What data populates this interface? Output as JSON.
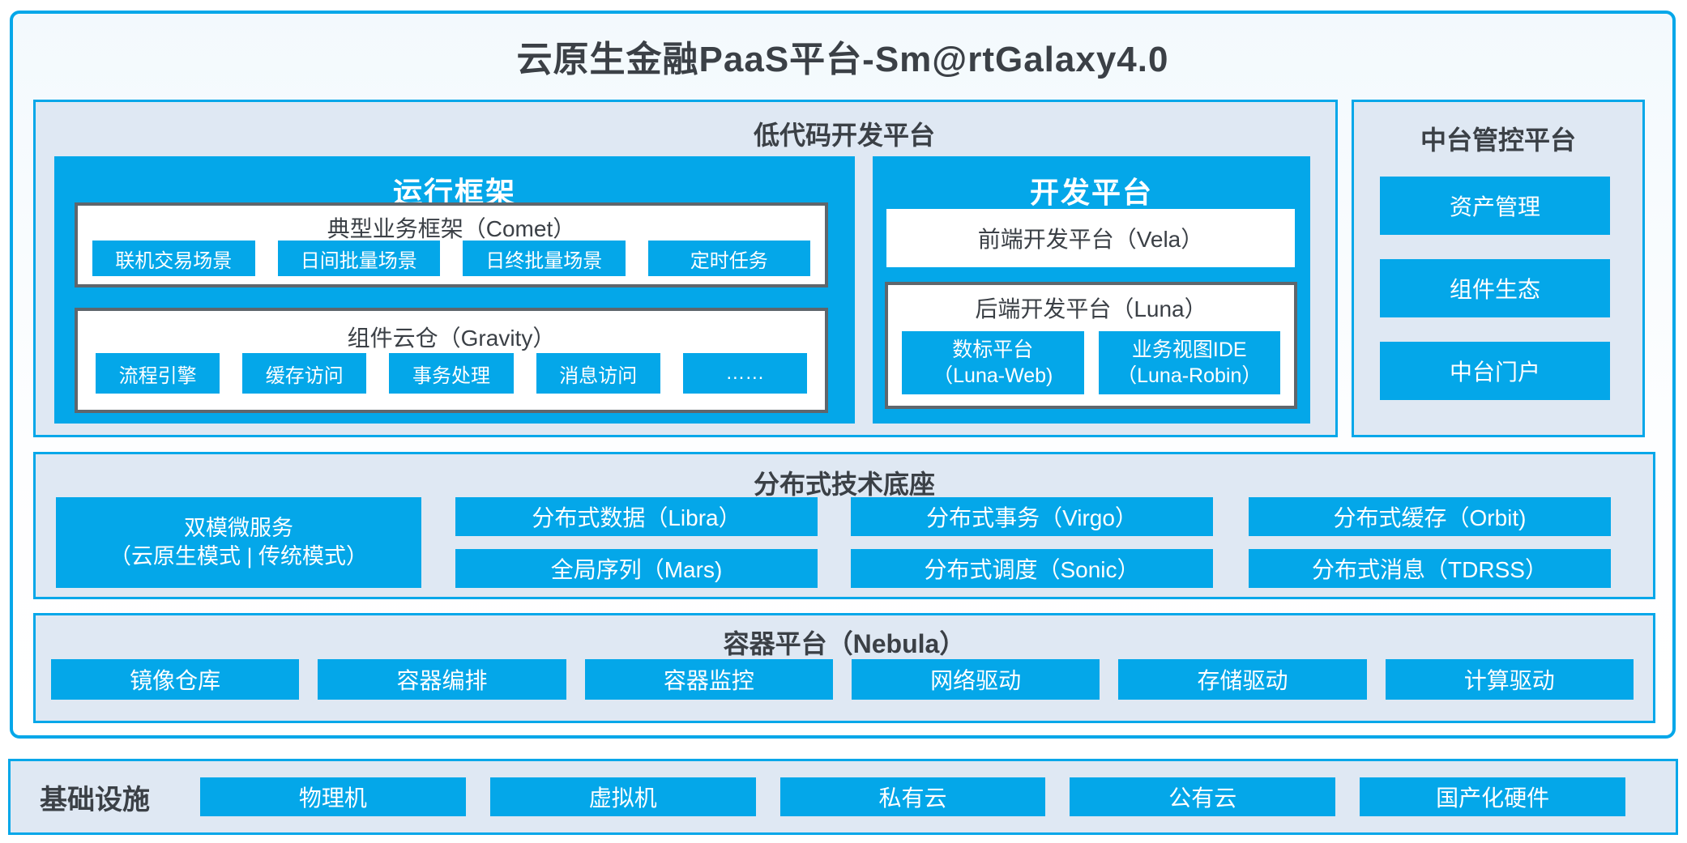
{
  "title": "云原生金融PaaS平台-Sm@rtGalaxy4.0",
  "colors": {
    "accent": "#04a7e9",
    "panel_background": "#dfe8f3",
    "dark_box_border": "#5f666c",
    "dark_text": "#3b4046",
    "button_text": "#ffffff"
  },
  "lowcode": {
    "label": "低代码开发平台",
    "runtime": {
      "label": "运行框架",
      "comet": {
        "title": "典型业务框架（Comet）",
        "items": [
          "联机交易场景",
          "日间批量场景",
          "日终批量场景",
          "定时任务"
        ]
      },
      "gravity": {
        "title": "组件云仓（Gravity）",
        "items": [
          "流程引擎",
          "缓存访问",
          "事务处理",
          "消息访问",
          "……"
        ]
      }
    },
    "dev": {
      "label": "开发平台",
      "vela": {
        "title": "前端开发平台（Vela）"
      },
      "luna": {
        "title": "后端开发平台（Luna）",
        "items": [
          {
            "line1": "数标平台",
            "line2": "（Luna-Web)"
          },
          {
            "line1": "业务视图IDE",
            "line2": "（Luna-Robin）"
          }
        ]
      }
    }
  },
  "midplatform": {
    "label": "中台管控平台",
    "items": [
      "资产管理",
      "组件生态",
      "中台门户"
    ]
  },
  "distributed": {
    "label": "分布式技术底座",
    "dual": {
      "line1": "双模微服务",
      "line2": "（云原生模式 | 传统模式）"
    },
    "columns": [
      {
        "top": "分布式数据（Libra）",
        "bottom": "全局序列（Mars)"
      },
      {
        "top": "分布式事务（Virgo）",
        "bottom": "分布式调度（Sonic）"
      },
      {
        "top": "分布式缓存（Orbit)",
        "bottom": "分布式消息（TDRSS）"
      }
    ]
  },
  "container_platform": {
    "label": "容器平台（Nebula）",
    "items": [
      "镜像仓库",
      "容器编排",
      "容器监控",
      "网络驱动",
      "存储驱动",
      "计算驱动"
    ]
  },
  "infrastructure": {
    "label": "基础设施",
    "items": [
      "物理机",
      "虚拟机",
      "私有云",
      "公有云",
      "国产化硬件"
    ]
  }
}
